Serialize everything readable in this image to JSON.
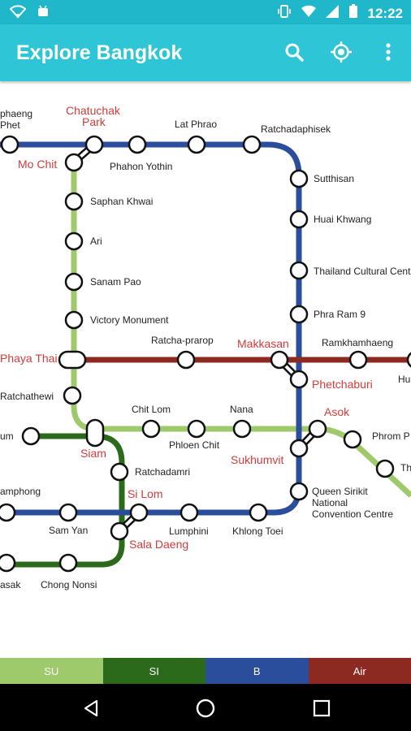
{
  "status_bar": {
    "time": "12:22"
  },
  "app_bar": {
    "title": "Explore Bangkok",
    "search_icon": "search-icon",
    "locate_icon": "my-location-icon",
    "menu_icon": "more-vert-icon"
  },
  "lines": {
    "blue": {
      "name": "B",
      "color": "#2a4d9c"
    },
    "sukhumvit": {
      "name": "SU",
      "color": "#9fca6b"
    },
    "silom": {
      "name": "SI",
      "color": "#2a6a1a"
    },
    "airport": {
      "name": "Air",
      "color": "#8c2a22"
    }
  },
  "stations": {
    "phaphaeng": "phaeng",
    "phet": "Phet",
    "chatuchak_1": "Chatuchak",
    "chatuchak_2": "Park",
    "lat_phrao": "Lat Phrao",
    "ratchadaphisek": "Ratchadaphisek",
    "mo_chit": "Mo Chit",
    "phahon_yothin": "Phahon Yothin",
    "sutthisan": "Sutthisan",
    "saphan_khwai": "Saphan Khwai",
    "huai_khwang": "Huai Khwang",
    "ari": "Ari",
    "thailand_cultural": "Thailand Cultural Cent",
    "sanam_pao": "Sanam Pao",
    "phra_ram_9": "Phra Ram 9",
    "victory_monument": "Victory Monument",
    "ratcha_prarop": "Ratcha-prarop",
    "makkasan": "Makkasan",
    "ramkhamhaeng": "Ramkhamhaeng",
    "phaya_thai": "Phaya Thai",
    "hu": "Hu",
    "phetchaburi": "Phetchaburi",
    "ratchathewi": "Ratchathewi",
    "chit_lom": "Chit Lom",
    "nana": "Nana",
    "asok": "Asok",
    "um": "um",
    "phrom_phong": "Phrom P",
    "siam": "Siam",
    "phloen_chit": "Phloen Chit",
    "sukhumvit": "Sukhumvit",
    "ratchadamri": "Ratchadamri",
    "th": "Th",
    "si_lom": "Si Lom",
    "hua_lamphong": "amphong",
    "queen_sirikit_1": "Queen Sirikit",
    "queen_sirikit_2": "National",
    "queen_sirikit_3": "Convention Centre",
    "sam_yan": "Sam Yan",
    "lumphini": "Lumphini",
    "khlong_toei": "Khlong Toei",
    "sala_daeng": "Sala Daeng",
    "krasak": "asak",
    "chong_nonsi": "Chong Nonsi"
  },
  "legend": [
    {
      "label": "SU",
      "color": "#9fca6b"
    },
    {
      "label": "SI",
      "color": "#2a6a1a"
    },
    {
      "label": "B",
      "color": "#2a4d9c"
    },
    {
      "label": "Air",
      "color": "#8c2a22"
    }
  ]
}
